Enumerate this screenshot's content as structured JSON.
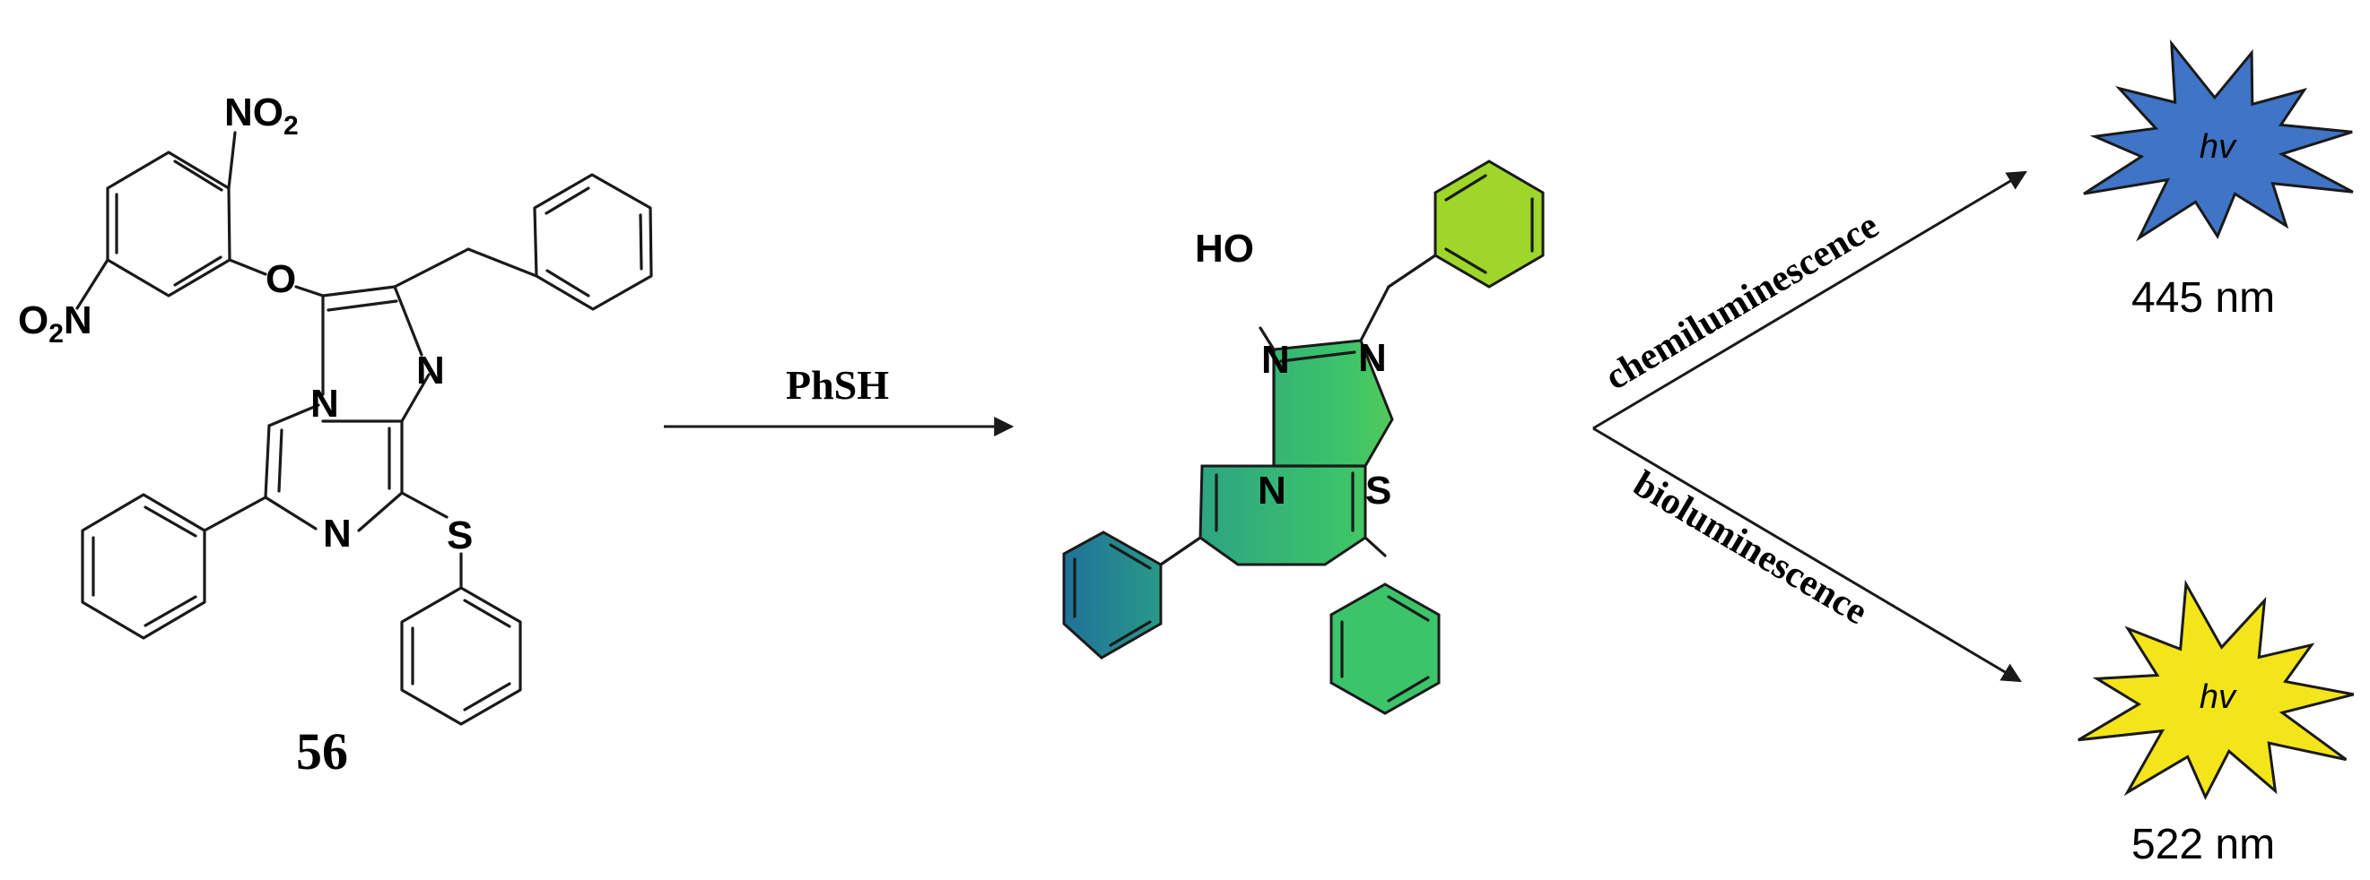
{
  "starting_material": {
    "label": "56",
    "atoms": {
      "nitro_top": "NO",
      "nitro_top_sub": "2",
      "nitro_left": "O",
      "nitro_left_sub": "2",
      "nitro_left_tail": "N",
      "ether_o": "O",
      "ring_n1": "N",
      "ring_n2": "N",
      "ring_n3": "N",
      "sulfur": "S"
    }
  },
  "reaction": {
    "reagent": "PhSH"
  },
  "product": {
    "atoms": {
      "hydroxyl": "HO",
      "ring_n1": "N",
      "ring_n2": "N",
      "ring_n3": "N",
      "sulfur": "S"
    },
    "colors": {
      "teal": "#1f6f9a",
      "green": "#3cc46a",
      "lime": "#9ed62a",
      "mid": "#38bf82"
    }
  },
  "outcomes": [
    {
      "pathway": "chemiluminescence",
      "symbol": "hv",
      "wavelength": "445 nm",
      "color": "#3f74c6"
    },
    {
      "pathway": "bioluminescence",
      "symbol": "hv",
      "wavelength": "522 nm",
      "color": "#f3e519"
    }
  ]
}
